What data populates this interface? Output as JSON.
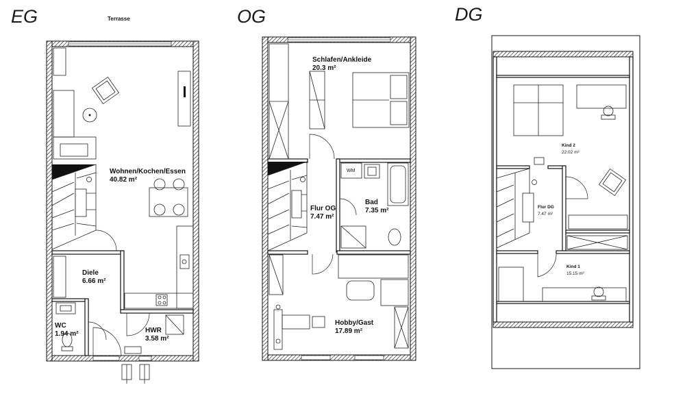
{
  "floors": [
    {
      "title": "EG",
      "terrace_label": "Terrasse",
      "rooms": [
        {
          "name": "Wohnen/Kochen/Essen",
          "area": "40.82 m²"
        },
        {
          "name": "Diele",
          "area": "6.66 m²"
        },
        {
          "name": "WC",
          "area": "1.94 m²"
        },
        {
          "name": "HWR",
          "area": "3.58 m²"
        }
      ]
    },
    {
      "title": "OG",
      "rooms": [
        {
          "name": "Schlafen/Ankleide",
          "area": "20.3 m²"
        },
        {
          "name": "Flur OG",
          "area": "7.47 m²"
        },
        {
          "name": "Bad",
          "area": "7.35 m²"
        },
        {
          "name": "Hobby/Gast",
          "area": "17.89 m²"
        }
      ],
      "appliance_label": "WM"
    },
    {
      "title": "DG",
      "rooms": [
        {
          "name": "Kind 2",
          "area": "22.02 m²"
        },
        {
          "name": "Flur DG",
          "area": "7.47 m²"
        },
        {
          "name": "Kind 1",
          "area": "15.15 m²"
        }
      ]
    }
  ]
}
